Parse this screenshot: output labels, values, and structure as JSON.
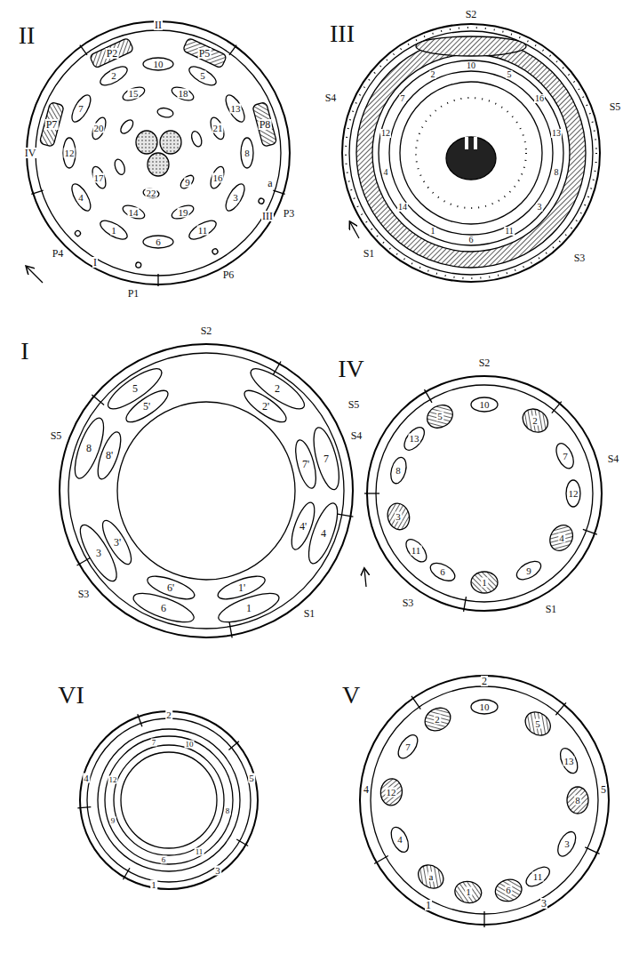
{
  "diagram": {
    "labels": [
      "II",
      "II",
      "IV",
      "III",
      "I",
      "P2",
      "P5",
      "P7",
      "P8",
      "P4",
      "P3",
      "P6",
      "P1",
      "a",
      "1",
      "2",
      "3",
      "4",
      "5",
      "6",
      "7",
      "8",
      "9",
      "10",
      "11",
      "12",
      "13",
      "14",
      "15",
      "16",
      "17",
      "18",
      "19",
      "20",
      "21",
      "22",
      "III",
      "S2",
      "S4",
      "S5",
      "S1",
      "S3",
      "10",
      "5",
      "16",
      "13",
      "8",
      "3",
      "11",
      "6",
      "1",
      "14",
      "4",
      "12",
      "7",
      "2",
      "I",
      "S2",
      "S5",
      "S4",
      "S3",
      "S1",
      "5",
      "2",
      "7",
      "4",
      "1",
      "6",
      "3",
      "8",
      "5'",
      "2'",
      "7'",
      "4'",
      "1'",
      "6'",
      "3'",
      "8'",
      "IV",
      "S2",
      "S4",
      "S5",
      "S3",
      "S1",
      "10",
      "2",
      "7",
      "12",
      "4",
      "9",
      "1",
      "6",
      "11",
      "3",
      "8",
      "13",
      "5",
      "V",
      "2",
      "5",
      "3",
      "1",
      "4",
      "10",
      "5",
      "13",
      "8",
      "3",
      "11",
      "6",
      "1",
      "a",
      "4",
      "12",
      "7",
      "2",
      "VI",
      "2",
      "5",
      "3",
      "1",
      "4",
      "7",
      "10",
      "8",
      "11",
      "6",
      "9",
      "12"
    ]
  }
}
